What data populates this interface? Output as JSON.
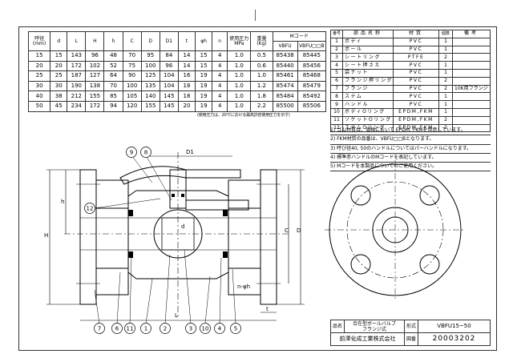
{
  "dimension_table": {
    "headers": [
      "呼径\n(mm)",
      "d",
      "L",
      "H",
      "h",
      "C",
      "D",
      "D1",
      "t",
      "φh",
      "n",
      "使用圧力\nMPa",
      "重量\n(Kg)",
      "Mコード"
    ],
    "mcode_sub": [
      "VBFU",
      "VBFU□□B"
    ],
    "rows": [
      [
        "15",
        "15",
        "143",
        "96",
        "48",
        "70",
        "95",
        "84",
        "14",
        "15",
        "4",
        "1.0",
        "0.5",
        "85438",
        "85445"
      ],
      [
        "20",
        "20",
        "172",
        "102",
        "52",
        "75",
        "100",
        "96",
        "14",
        "15",
        "4",
        "1.0",
        "0.6",
        "85440",
        "85456"
      ],
      [
        "25",
        "25",
        "187",
        "127",
        "64",
        "90",
        "125",
        "104",
        "16",
        "19",
        "4",
        "1.0",
        "1.0",
        "85461",
        "85468"
      ],
      [
        "30",
        "30",
        "190",
        "138",
        "70",
        "100",
        "135",
        "104",
        "18",
        "19",
        "4",
        "1.0",
        "1.2",
        "85474",
        "85479"
      ],
      [
        "40",
        "38",
        "212",
        "155",
        "85",
        "105",
        "140",
        "145",
        "18",
        "19",
        "4",
        "1.0",
        "1.8",
        "85484",
        "85492"
      ],
      [
        "50",
        "45",
        "234",
        "172",
        "94",
        "120",
        "155",
        "145",
        "20",
        "19",
        "4",
        "1.0",
        "2.2",
        "85500",
        "85506"
      ]
    ],
    "note": "(使用圧力は、20℃における最高許容使用圧力を示す)"
  },
  "parts_table": {
    "headers": [
      "番号",
      "部品名称",
      "材質",
      "個数",
      "備考"
    ],
    "rows": [
      [
        "1",
        "ボディ",
        "PVC",
        "1",
        ""
      ],
      [
        "2",
        "ボール",
        "PVC",
        "1",
        ""
      ],
      [
        "3",
        "シートリング",
        "PTFE",
        "2",
        ""
      ],
      [
        "4",
        "シート押さえ",
        "PVC",
        "1",
        ""
      ],
      [
        "5",
        "袋ナット",
        "PVC",
        "1",
        ""
      ],
      [
        "6",
        "フランジ押リング",
        "PVC",
        "2",
        ""
      ],
      [
        "7",
        "フランジ",
        "PVC",
        "2",
        "10K用フランジ"
      ],
      [
        "8",
        "ステム",
        "PVC",
        "1",
        ""
      ],
      [
        "9",
        "ハンドル",
        "PVC",
        "1",
        ""
      ],
      [
        "10",
        "ボディOリング",
        "EPDM,FKM",
        "1",
        ""
      ],
      [
        "11",
        "ソケットOリング",
        "EPDM,FKM",
        "2",
        ""
      ],
      [
        "12",
        "ステムOリング",
        "EPDM,FKM",
        "2",
        ""
      ]
    ]
  },
  "notes": [
    "1) ゴム材質は、価格において EPDM, FKMを用意しています。",
    "2) FKM材質の品番は、VBFU□□Bとなります。",
    "3) 呼び径40, 50のハンドルについてはパーハンドルになります。",
    "4) 標準赤ハンドルのMコードを表記しています。",
    "5) Mコードを本製品についてのご使用ください。"
  ],
  "title_block": {
    "name_label": "品名",
    "product_name": "合在型ボールバルブ\nフランジ式",
    "model_label": "形式",
    "model": "VBFU15~50",
    "company": "前澤化成工業株式会社",
    "number_label": "図番",
    "drawing_number": "20003202"
  },
  "drawing": {
    "dimension_labels": [
      "D1",
      "H",
      "h",
      "C",
      "D",
      "L",
      "d",
      "t",
      "n-φh"
    ],
    "balloons": [
      "9",
      "8",
      "12",
      "7",
      "6",
      "11",
      "1",
      "2",
      "3",
      "10",
      "4",
      "5"
    ]
  }
}
